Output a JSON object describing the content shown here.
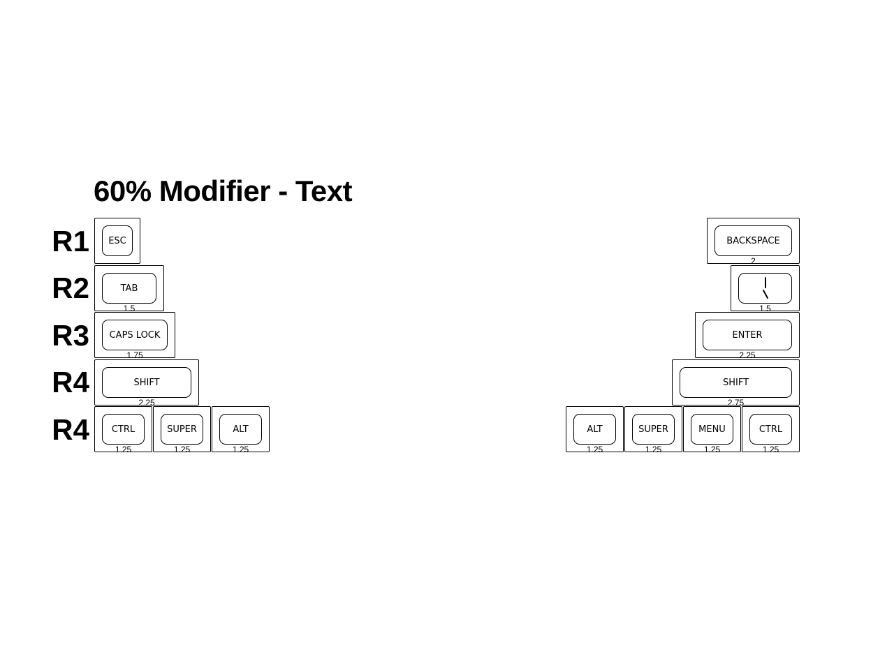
{
  "title": "60% Modifier - Text",
  "rows": {
    "r1": "R1",
    "r2": "R2",
    "r3": "R3",
    "r4a": "R4",
    "r4b": "R4"
  },
  "left_keys": {
    "esc": {
      "legend": "ESC",
      "size": ""
    },
    "tab": {
      "legend": "TAB",
      "size": "1.5"
    },
    "caps": {
      "legend": "CAPS LOCK",
      "size": "1.75"
    },
    "shift": {
      "legend": "SHIFT",
      "size": "2.25"
    },
    "ctrl": {
      "legend": "CTRL",
      "size": "1.25"
    },
    "super": {
      "legend": "SUPER",
      "size": "1.25"
    },
    "alt": {
      "legend": "ALT",
      "size": "1.25"
    }
  },
  "right_keys": {
    "backspace": {
      "legend": "BACKSPACE",
      "size": "2"
    },
    "backslash": {
      "icon": "pipe-backslash-icon",
      "size": "1.5"
    },
    "enter": {
      "legend": "ENTER",
      "size": "2.25"
    },
    "shift": {
      "legend": "SHIFT",
      "size": "2.75"
    },
    "alt": {
      "legend": "ALT",
      "size": "1.25"
    },
    "super": {
      "legend": "SUPER",
      "size": "1.25"
    },
    "menu": {
      "legend": "MENU",
      "size": "1.25"
    },
    "ctrl": {
      "legend": "CTRL",
      "size": "1.25"
    }
  }
}
